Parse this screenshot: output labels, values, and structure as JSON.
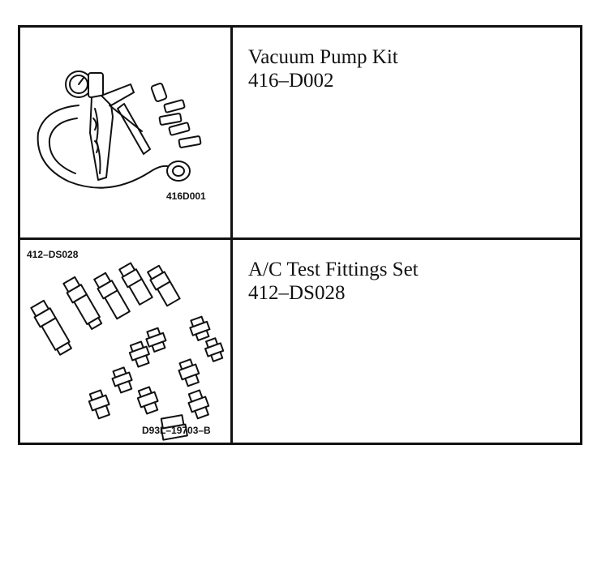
{
  "tools": [
    {
      "name": "Vacuum Pump Kit",
      "number": "416–D002",
      "illustration_code": "416D001",
      "illustration_icon": "vacuum-pump-kit-illustration"
    },
    {
      "name": "A/C Test Fittings Set",
      "number": "412–DS028",
      "illustration_label": "412–DS028",
      "illustration_code": "D93L–19703–B",
      "illustration_icon": "ac-test-fittings-illustration"
    }
  ]
}
